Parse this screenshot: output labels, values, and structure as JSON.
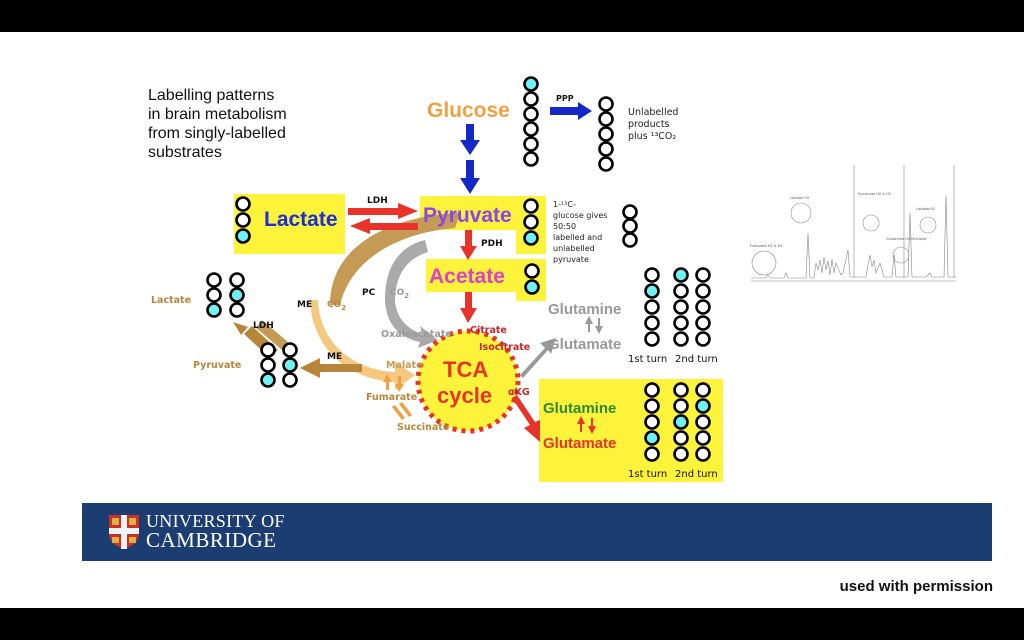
{
  "slide": {
    "title": "Labelling patterns\nin brain metabolism\nfrom singly-labelled\nsubstrates",
    "footer_text": "used with permission",
    "institution": {
      "line1": "UNIVERSITY OF",
      "line2": "CAMBRIDGE",
      "banner_color": "#1c3d72"
    }
  },
  "colors": {
    "highlight": "#fdf33b",
    "label_fill": "#6ef3f2",
    "glucose": "#f0a040",
    "lactate": "#1a2fd8",
    "pyruvate": "#8b45e8",
    "acetate": "#e040c8",
    "tca": "#e8332a",
    "brown": "#b8863a",
    "grey": "#999999",
    "glutamine_green": "#2e8b2e",
    "glutamate_red": "#e8332a",
    "arrow_blue": "#1428c8"
  },
  "diagram": {
    "metabolites": {
      "glucose": "Glucose",
      "lactate": "Lactate",
      "pyruvate": "Pyruvate",
      "acetate": "Acetate",
      "tca": [
        "TCA",
        "cycle"
      ],
      "glutamine": "Glutamine",
      "glutamate": "Glutamate",
      "side_lactate": "Lactate",
      "side_pyruvate": "Pyruvate",
      "oxaloacetate": "Oxaloacetate",
      "citrate": "Citrate",
      "isocitrate": "Isocitrate",
      "akg": "αKG",
      "malate": "Malate",
      "fumarate": "Fumarate",
      "succinate": "Succinate"
    },
    "enzymes": {
      "ppp": "PPP",
      "ldh": "LDH",
      "pdh": "PDH",
      "pc": "PC",
      "me": "ME",
      "ldh2": "LDH",
      "me2": "ME",
      "co2": "CO",
      "co2_sub": "2"
    },
    "notes": {
      "ppp_products": [
        "Unlabelled",
        "products",
        "plus ¹³CO₂"
      ],
      "pyruvate_note": [
        "1-¹³C-",
        "glucose gives",
        "50:50",
        "labelled and",
        "unlabelled",
        "pyruvate"
      ]
    },
    "turn_labels": {
      "first": "1st turn",
      "second": "2nd turn"
    },
    "carbon_chains": {
      "glucose": [
        1,
        0,
        0,
        0,
        0,
        0
      ],
      "ppp_products": [
        0,
        0,
        0,
        0,
        0
      ],
      "lactate": [
        0,
        0,
        1
      ],
      "pyruvate_unlabelled": [
        0,
        0,
        0
      ],
      "pyruvate_labelled": [
        0,
        0,
        1
      ],
      "acetate": [
        0,
        1
      ],
      "side_lactate_a": [
        0,
        0,
        1
      ],
      "side_lactate_b": [
        0,
        1,
        0
      ],
      "side_pyruvate_a": [
        0,
        0,
        1
      ],
      "side_pyruvate_b": [
        0,
        1,
        0
      ],
      "glu_grey_turn1": [
        0,
        1,
        0,
        0,
        0
      ],
      "glu_grey_turn2_a": [
        1,
        0,
        0,
        0,
        0
      ],
      "glu_grey_turn2_b": [
        0,
        0,
        0,
        0,
        0
      ],
      "glu_yellow_turn1": [
        0,
        0,
        0,
        1,
        0
      ],
      "glu_yellow_turn2_a": [
        0,
        0,
        1,
        0,
        0
      ],
      "glu_yellow_turn2_b": [
        0,
        1,
        0,
        0,
        0
      ]
    }
  },
  "nmr_inset": {
    "annotations": [
      "Lactate H3",
      "Succinate H2 & H3",
      "Glutamine H4 Multiplet",
      "Lactate H2",
      "Fumarate H2 & H3"
    ]
  }
}
